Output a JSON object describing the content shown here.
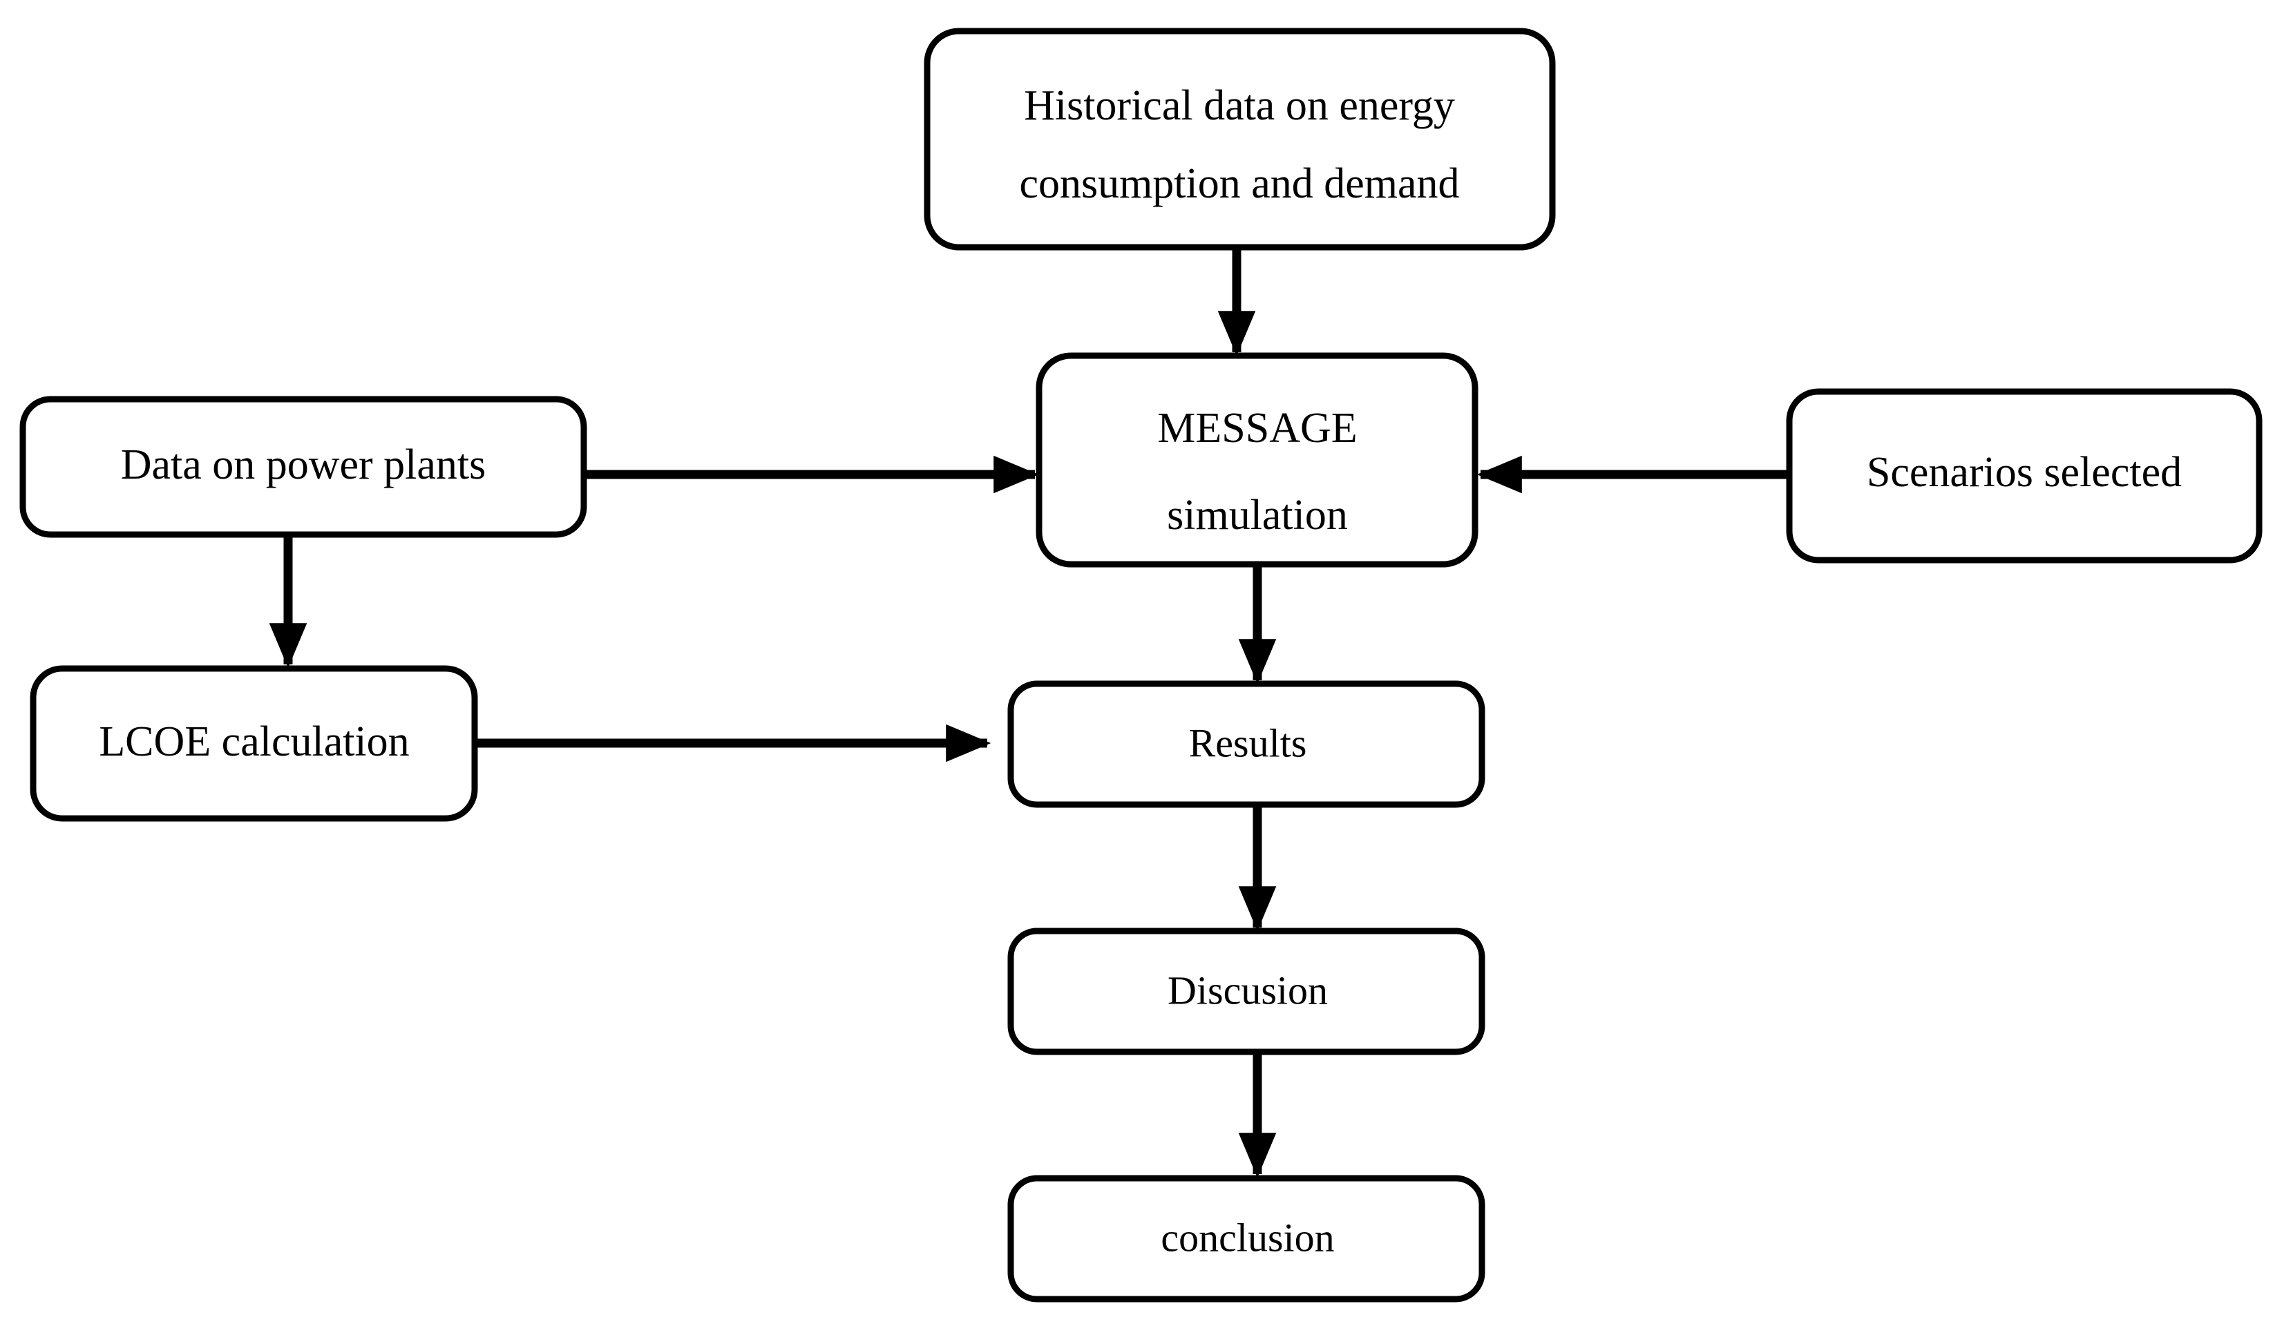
{
  "diagram": {
    "title": "MESSAGE simulation methodology flowchart",
    "type": "flowchart",
    "background_color": "#ffffff",
    "stroke_color": "#000000",
    "fill_color": "#ffffff",
    "nodes": [
      {
        "id": "historical-data",
        "label_lines": [
          "Historical data on energy",
          "consumption and demand"
        ],
        "line1": "Historical data on energy",
        "line2": "consumption and demand"
      },
      {
        "id": "data-power-plants",
        "label_lines": [
          "Data on power plants"
        ],
        "line1": "Data on power plants"
      },
      {
        "id": "message-simulation",
        "label_lines": [
          "MESSAGE",
          "simulation"
        ],
        "line1": "MESSAGE",
        "line2": "simulation"
      },
      {
        "id": "scenarios-selected",
        "label_lines": [
          "Scenarios selected"
        ],
        "line1": "Scenarios selected"
      },
      {
        "id": "lcoe-calculation",
        "label_lines": [
          "LCOE calculation"
        ],
        "line1": "LCOE calculation"
      },
      {
        "id": "results",
        "label_lines": [
          "Results"
        ],
        "line1": "Results"
      },
      {
        "id": "discusion",
        "label_lines": [
          "Discusion"
        ],
        "line1": "Discusion"
      },
      {
        "id": "conclusion",
        "label_lines": [
          "conclusion"
        ],
        "line1": "conclusion"
      }
    ],
    "edges": [
      {
        "id": "edge-historical-to-message",
        "from": "historical-data",
        "to": "message-simulation",
        "direction": "down"
      },
      {
        "id": "edge-powerplants-to-message",
        "from": "data-power-plants",
        "to": "message-simulation",
        "direction": "right"
      },
      {
        "id": "edge-scenarios-to-message",
        "from": "scenarios-selected",
        "to": "message-simulation",
        "direction": "left"
      },
      {
        "id": "edge-powerplants-to-lcoe",
        "from": "data-power-plants",
        "to": "lcoe-calculation",
        "direction": "down"
      },
      {
        "id": "edge-message-to-results",
        "from": "message-simulation",
        "to": "results",
        "direction": "down"
      },
      {
        "id": "edge-lcoe-to-results",
        "from": "lcoe-calculation",
        "to": "results",
        "direction": "right"
      },
      {
        "id": "edge-results-to-discusion",
        "from": "results",
        "to": "discusion",
        "direction": "down"
      },
      {
        "id": "edge-discusion-to-conclusion",
        "from": "discusion",
        "to": "conclusion",
        "direction": "down"
      }
    ]
  }
}
